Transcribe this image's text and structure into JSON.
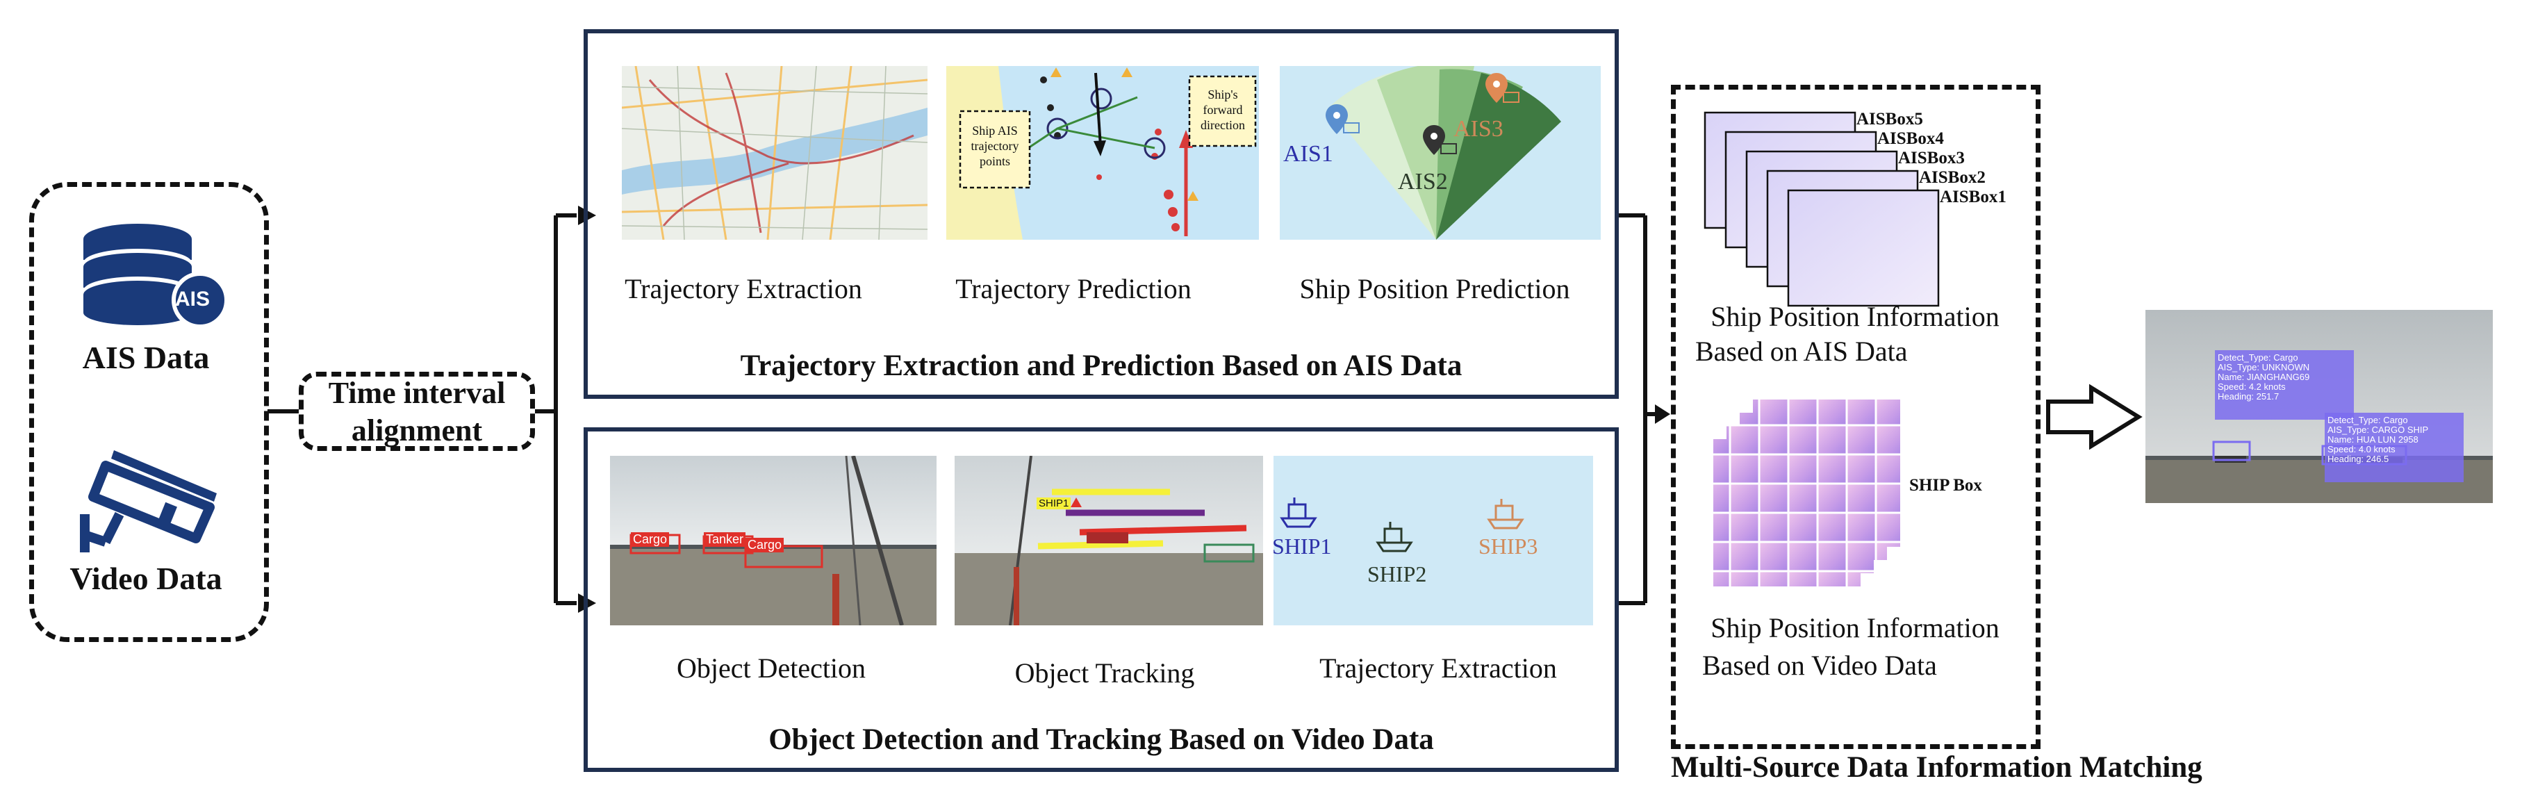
{
  "inputs": {
    "ais_label": "AIS Data",
    "ais_badge": "AIS",
    "video_label": "Video Data",
    "align_line1": "Time interval",
    "align_line2": "alignment"
  },
  "ais_section": {
    "title": "Trajectory Extraction and Prediction Based on AIS Data",
    "panels": [
      {
        "caption": "Trajectory  Extraction"
      },
      {
        "caption": "Trajectory  Prediction",
        "note_left": [
          "Ship AIS",
          "trajectory",
          "points"
        ],
        "note_right": [
          "Ship's",
          "forward",
          "direction"
        ]
      },
      {
        "caption": "Ship Position  Prediction",
        "labels": [
          "AIS1",
          "AIS2",
          "AIS3"
        ]
      }
    ]
  },
  "video_section": {
    "title": "Object Detection and Tracking Based on Video Data",
    "panels": [
      {
        "caption": "Object  Detection",
        "tags": [
          "Cargo",
          "Tanker",
          "Cargo"
        ]
      },
      {
        "caption": "Object  Tracking",
        "tags": [
          "SHIP1"
        ]
      },
      {
        "caption": "Trajectory  Extraction",
        "labels": [
          "SHIP1",
          "SHIP2",
          "SHIP3"
        ]
      }
    ]
  },
  "matching": {
    "title": "Multi-Source Data Information Matching",
    "ais_boxes": [
      "AISBox5",
      "AISBox4",
      "AISBox3",
      "AISBox2",
      "AISBox1"
    ],
    "ais_caption1": "Ship Position Information",
    "ais_caption2": "Based on AIS Data",
    "ship_box_label": "SHIP Box",
    "video_caption1": "Ship  Position  Information",
    "video_caption2": "Based on  Video Data"
  },
  "output": {
    "box1": [
      "Detect_Type: Cargo",
      "AIS_Type: UNKNOWN",
      "Name: JIANGHANG69",
      "Speed: 4.2 knots",
      "Heading: 251.7"
    ],
    "box2": [
      "Detect_Type: Cargo",
      "AIS_Type: CARGO SHIP",
      "Name: HUA LUN 2958",
      "Speed: 4.0 knots",
      "Heading: 246.5"
    ]
  },
  "colors": {
    "frame": "#1f2f4f",
    "ais_blue": "#1a3a7a",
    "ship1": "#2b2fa8",
    "ship2": "#2a3a2a",
    "ship3": "#d08a5a",
    "det_red": "#e0302a",
    "box_purple": "#7b6cf0"
  },
  "icons": [
    "database-icon",
    "cctv-camera-icon",
    "arrow-icon",
    "location-pin-icon",
    "ship-icon",
    "hollow-right-arrow-icon"
  ]
}
